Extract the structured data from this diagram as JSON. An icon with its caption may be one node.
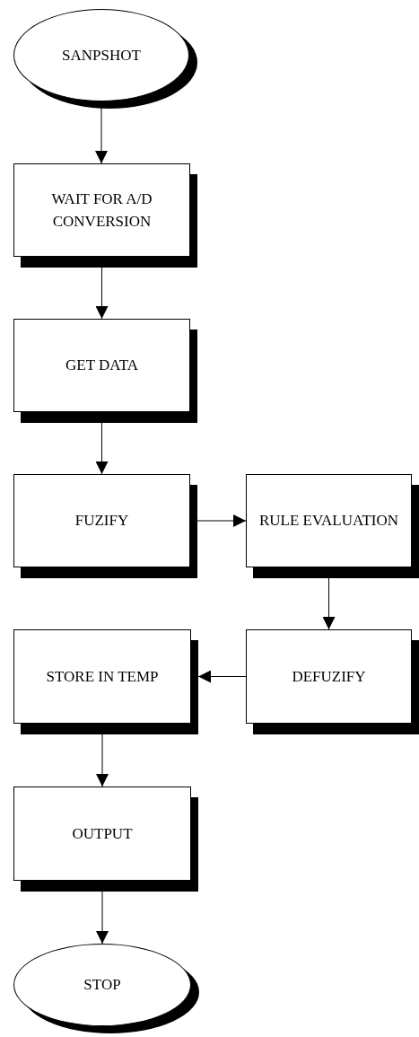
{
  "diagram": {
    "nodes": [
      {
        "text": [
          "SANPSHOT"
        ]
      },
      {
        "text": [
          "WAIT FOR A/D CONVERSION"
        ]
      },
      {
        "text": [
          "GET DATA"
        ]
      },
      {
        "text": [
          "FUZIFY"
        ]
      },
      {
        "text": [
          "RULE EVALUATION"
        ]
      },
      {
        "text": [
          "DEFUZIFY"
        ]
      },
      {
        "text": [
          "STORE IN TEMP"
        ]
      },
      {
        "text": [
          "OUTPUT"
        ]
      },
      {
        "text": [
          "STOP"
        ]
      }
    ],
    "edges": [
      {
        "from": 0,
        "to": 1,
        "arrow": "to"
      },
      {
        "from": 1,
        "to": 2,
        "arrow": "to"
      },
      {
        "from": 2,
        "to": 3,
        "arrow": "to"
      },
      {
        "from": 3,
        "to": 4,
        "arrow": "to"
      },
      {
        "from": 4,
        "to": 5,
        "arrow": "to"
      },
      {
        "from": 5,
        "to": 6,
        "arrow": "to"
      },
      {
        "from": 6,
        "to": 7,
        "arrow": "to"
      },
      {
        "from": 7,
        "to": 8,
        "arrow": "to"
      }
    ]
  }
}
